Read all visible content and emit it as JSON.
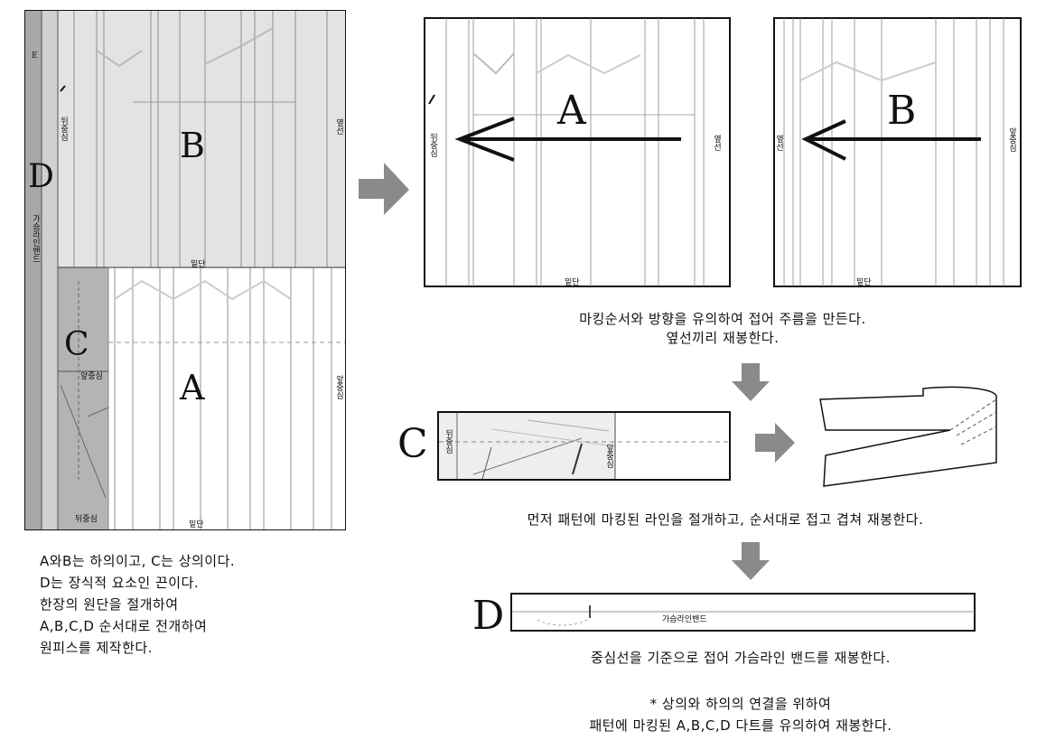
{
  "main_pattern": {
    "labels": {
      "A": "A",
      "B": "B",
      "C": "C",
      "D": "D",
      "E": "E"
    },
    "texts": {
      "back_center": "뒤중심",
      "side_seam": "옆선",
      "hem": "밑단",
      "front_center": "앞중심",
      "bust_band": "가슴라인밴드"
    }
  },
  "panel_A": {
    "letter": "A",
    "left_label": "뒤중심",
    "right_label": "옆선",
    "hem": "밑단"
  },
  "panel_B": {
    "letter": "B",
    "left_label": "옆선",
    "right_label": "앞중심",
    "hem": "밑단"
  },
  "panel_C": {
    "letter": "C",
    "left_label": "뒤중심",
    "right_label": "앞중심"
  },
  "panel_D": {
    "letter": "D",
    "band_label": "가슴라인밴드"
  },
  "captions": {
    "left": [
      "A와B는 하의이고, C는 상의이다.",
      "D는 장식적 요소인 끈이다.",
      "한장의 원단을 절개하여",
      "A,B,C,D 순서대로 전개하여",
      "원피스를 제작한다."
    ],
    "step1": [
      "마킹순서와 방향을 유의하여 접어 주름을 만든다.",
      "옆선끼리 재봉한다."
    ],
    "step2": "먼저 패턴에 마킹된 라인을 절개하고, 순서대로 접고 겹쳐 재봉한다.",
    "step3": "중심선을 기준으로 접어 가슴라인 밴드를 재봉한다.",
    "note": [
      "* 상의와 하의의 연결을 위하여",
      "패턴에 마킹된 A,B,C,D 다트를 유의하여 재봉한다."
    ]
  },
  "colors": {
    "arrow_gray": "#8a8a8a",
    "pattern_gray": "#c8c8c8",
    "dark_gray": "#a8a8a8"
  }
}
